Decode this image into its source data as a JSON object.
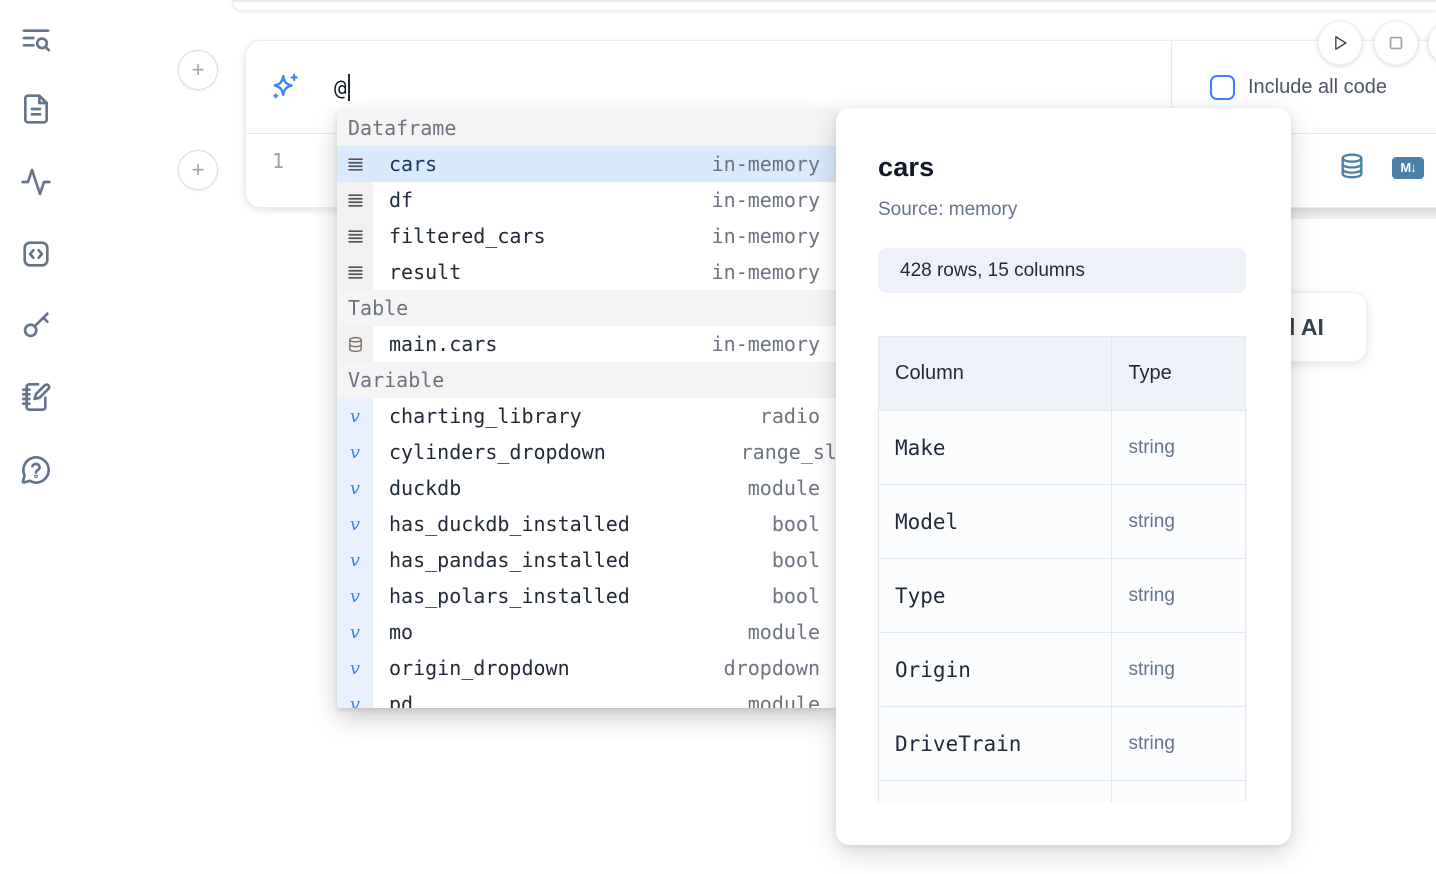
{
  "colors": {
    "accent_blue": "#3b82f6",
    "selection_bg": "#d9eafc",
    "sidebar_icon": "#64748b",
    "steel_blue_icon": "#4a7fa7",
    "section_header_bg": "#f4f4f5",
    "variable_gutter_bg": "#e8f1fd",
    "pill_bg": "#eef2f8",
    "table_header_bg": "#eef1f7"
  },
  "sidebar": {
    "items": [
      {
        "icon": "text-search-icon"
      },
      {
        "icon": "file-icon"
      },
      {
        "icon": "activity-icon"
      },
      {
        "icon": "snippets-icon"
      },
      {
        "icon": "key-icon"
      },
      {
        "icon": "scratchpad-icon"
      },
      {
        "icon": "help-bubble-icon"
      }
    ]
  },
  "prompt": {
    "value": "@",
    "include_all_code_label": "Include all code"
  },
  "editor": {
    "line_number": "1",
    "markdown_badge": "M↓"
  },
  "ai_card": {
    "visible_label": "l AI"
  },
  "autocomplete": {
    "sections": [
      {
        "label": "Dataframe",
        "icon": "dataframe-icon",
        "gutter": "gray",
        "items": [
          {
            "name": "cars",
            "type": "in-memory",
            "selected": true
          },
          {
            "name": "df",
            "type": "in-memory"
          },
          {
            "name": "filtered_cars",
            "type": "in-memory"
          },
          {
            "name": "result",
            "type": "in-memory"
          }
        ]
      },
      {
        "label": "Table",
        "icon": "database-icon",
        "gutter": "gray",
        "items": [
          {
            "name": "main.cars",
            "type": "in-memory"
          }
        ]
      },
      {
        "label": "Variable",
        "icon": "variable-icon",
        "gutter": "blue",
        "items": [
          {
            "name": "charting_library",
            "type": "radio"
          },
          {
            "name": "cylinders_dropdown",
            "type": "range_sli",
            "clipped_right": true
          },
          {
            "name": "duckdb",
            "type": "module"
          },
          {
            "name": "has_duckdb_installed",
            "type": "bool"
          },
          {
            "name": "has_pandas_installed",
            "type": "bool"
          },
          {
            "name": "has_polars_installed",
            "type": "bool"
          },
          {
            "name": "mo",
            "type": "module"
          },
          {
            "name": "origin_dropdown",
            "type": "dropdown"
          },
          {
            "name": "pd",
            "type": "module"
          }
        ]
      }
    ]
  },
  "preview": {
    "title": "cars",
    "source": "Source: memory",
    "shape": "428 rows, 15 columns",
    "table": {
      "headers": [
        "Column",
        "Type"
      ],
      "rows": [
        [
          "Make",
          "string"
        ],
        [
          "Model",
          "string"
        ],
        [
          "Type",
          "string"
        ],
        [
          "Origin",
          "string"
        ],
        [
          "DriveTrain",
          "string"
        ]
      ]
    }
  }
}
